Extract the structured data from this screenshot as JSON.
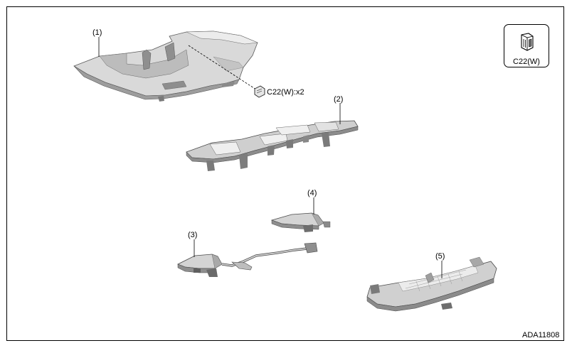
{
  "callouts": {
    "part1": "(1)",
    "part2": "(2)",
    "part3": "(3)",
    "part4": "(4)",
    "part5": "(5)"
  },
  "clip_annotation": "C22(W):x2",
  "legend": {
    "clip_code": "C22(W)",
    "icon": "clip-icon"
  },
  "figure_id": "ADA11808",
  "colors": {
    "part_fill": "#d6d6d6",
    "part_shade": "#a9a9a9",
    "part_dark": "#6e6e6e",
    "line": "#000000"
  }
}
